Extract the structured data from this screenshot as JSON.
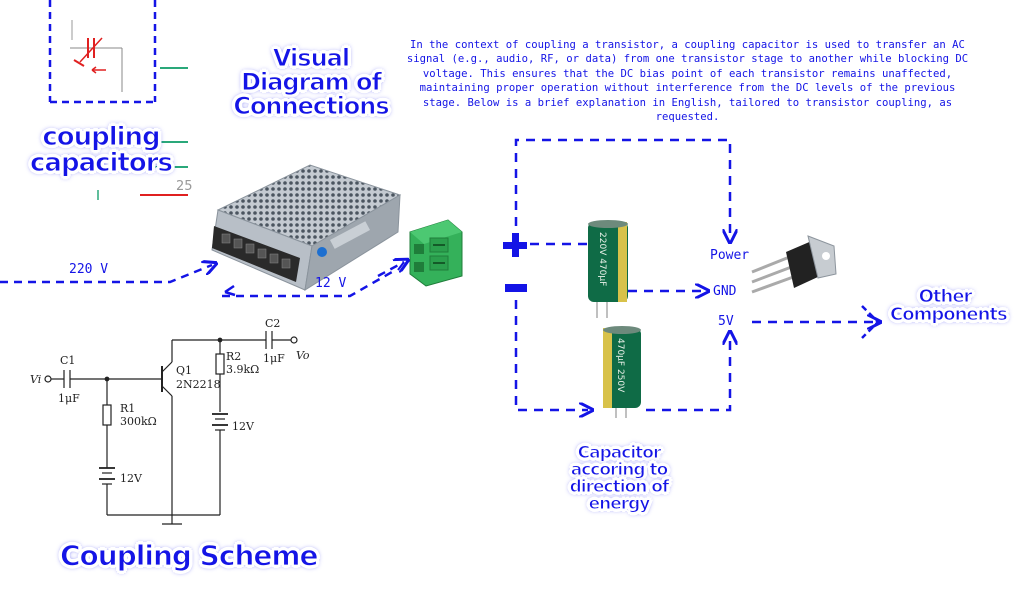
{
  "titles": {
    "visual_diagram": "Visual Diagram of Connections",
    "coupling_capacitors": "coupling capacitors",
    "coupling_scheme": "Coupling Scheme",
    "other_components": "Other Components",
    "capacitor_direction": "Capacitor accoring to direction of energy"
  },
  "description": "In the context of coupling a transistor, a coupling capacitor is used to transfer an AC signal (e.g., audio, RF, or data) from one transistor stage to another while blocking DC voltage. This ensures that the DC bias point of each transistor remains unaffected, maintaining proper operation without interference from the DC levels of the previous stage. Below is a brief explanation in English, tailored to transistor coupling, as requested.",
  "wiring_labels": {
    "v220": "220 V",
    "v12": "12 V",
    "plus": "+",
    "minus": "-",
    "power": "Power",
    "gnd": "GND",
    "v5": "5V"
  },
  "schematic": {
    "vi": "Vi",
    "c1": "C1",
    "c1_value": "1μF",
    "q1": "Q1",
    "q1_part": "2N2218",
    "r1": "R1",
    "r1_value": "300kΩ",
    "r2": "R2",
    "r2_value": "3.9kΩ",
    "c2": "C2",
    "c2_value": "1μF",
    "vo": "Vo",
    "bat_left": "12V",
    "bat_right": "12V"
  },
  "capacitor_markings": {
    "top": "220V 470μF",
    "bottom": "470μF 250V"
  },
  "colors": {
    "wire_blue": "#1414e6",
    "title_blue": "#1414e6",
    "terminal_green": "#2fa84f",
    "capacitor_green": "#0f6b46",
    "capacitor_gold": "#d8c24a"
  }
}
